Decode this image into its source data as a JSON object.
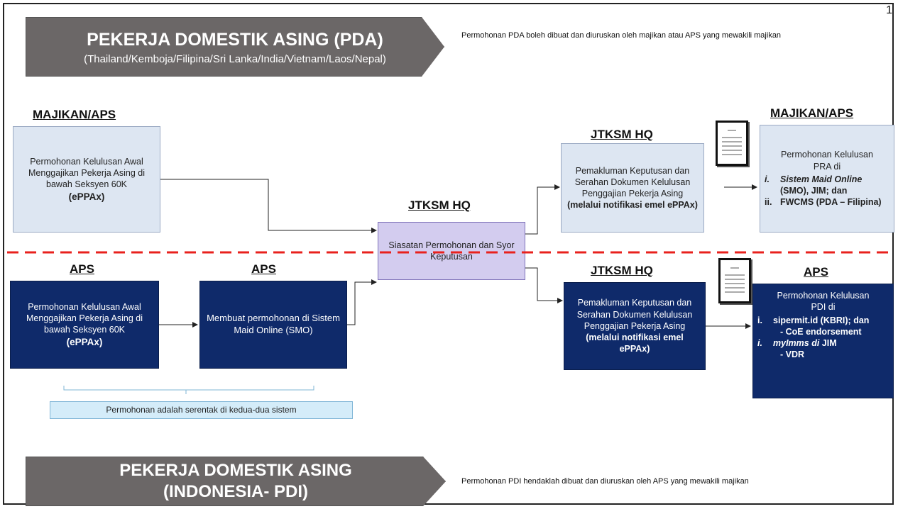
{
  "page_number": "1",
  "banner_top": {
    "title": "PEKERJA DOMESTIK ASING (PDA)",
    "subtitle": "(Thailand/Kemboja/Filipina/Sri Lanka/India/Vietnam/Laos/Nepal)",
    "note": "Permohonan PDA boleh dibuat dan diuruskan oleh majikan atau APS yang mewakili majikan"
  },
  "banner_bottom": {
    "line1": "PEKERJA DOMESTIK ASING",
    "line2": "(INDONESIA- PDI)",
    "note": "Permohonan PDI hendaklah dibuat dan diuruskan oleh APS yang mewakili majikan"
  },
  "headings": {
    "majikan_left": "MAJIKAN/APS",
    "jtksm_top": "JTKSM HQ",
    "jtksm_center": "JTKSM HQ",
    "majikan_right": "MAJIKAN/APS",
    "aps_left": "APS",
    "aps_middle": "APS",
    "jtksm_bottom": "JTKSM HQ",
    "aps_right": "APS"
  },
  "boxes": {
    "pda_application": {
      "text": "Permohonan Kelulusan Awal Menggajikan Pekerja Asing di bawah Seksyen 60K",
      "bold": "(ePPAx)"
    },
    "pda_notification": {
      "text": "Pemakluman Keputusan dan Serahan Dokumen Kelulusan Penggajian Pekerja Asing",
      "bold": "(melalui notifikasi emel ePPAx)"
    },
    "pra_application": {
      "line1": "Permohonan Kelulusan",
      "line2": "PRA di",
      "items": [
        {
          "marker": "i.",
          "text": "Sistem Maid Online",
          "rest": "(SMO), JIM; dan"
        },
        {
          "marker": "ii.",
          "text": "FWCMS (PDA – Filipina)",
          "rest": ""
        }
      ]
    },
    "investigation": {
      "text": "Siasatan Permohonan dan Syor Keputusan"
    },
    "pdi_application": {
      "text": "Permohonan Kelulusan Awal Menggajikan Pekerja Asing di bawah Seksyen 60K",
      "bold": "(ePPAx)"
    },
    "smo_application": {
      "text": "Membuat permohonan di Sistem Maid Online (SMO)"
    },
    "pdi_notification": {
      "text": "Pemakluman Keputusan dan Serahan Dokumen Kelulusan Penggajian Pekerja Asing",
      "bold": "(melalui notifikasi emel ePPAx)"
    },
    "pdi_final": {
      "line1": "Permohonan Kelulusan",
      "line2": "PDI di",
      "item1_marker": "i.",
      "item1_text": "sipermit.id (KBRI); dan",
      "item1_sub": "- CoE endorsement",
      "item2_marker": "i.",
      "item2_text_italic": "myImms di",
      "item2_text_bold": " JIM",
      "item2_sub": "- VDR"
    }
  },
  "concurrent_note": "Permohonan adalah serentak di kedua-dua sistem",
  "colors": {
    "banner": "#6b6767",
    "light_box": "#dde6f2",
    "dark_box": "#0f2a6a",
    "center_box": "#d3ccef",
    "divider": "#e8211d",
    "note_box": "#d4ecf9"
  }
}
